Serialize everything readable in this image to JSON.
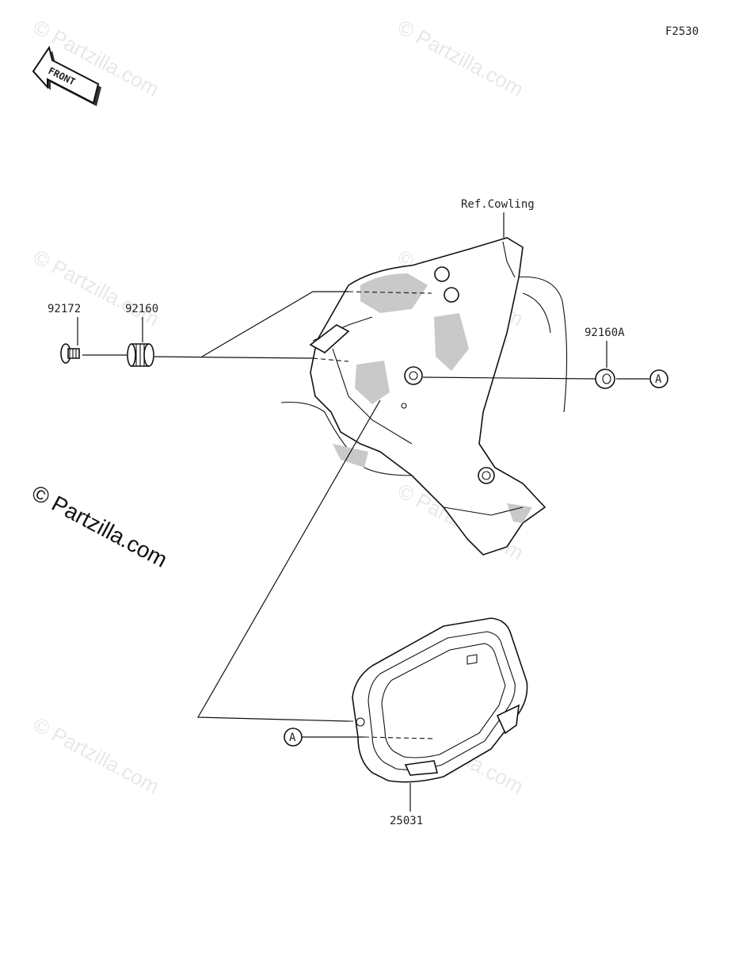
{
  "diagram": {
    "code": "F2530",
    "front_label": "FRONT",
    "ref_label": "Ref.Cowling",
    "parts": {
      "screw": "92172",
      "grommet": "92160",
      "grommet_a": "92160A",
      "meter": "25031"
    },
    "callout_a": "A",
    "watermark": "© Partzilla.com"
  }
}
